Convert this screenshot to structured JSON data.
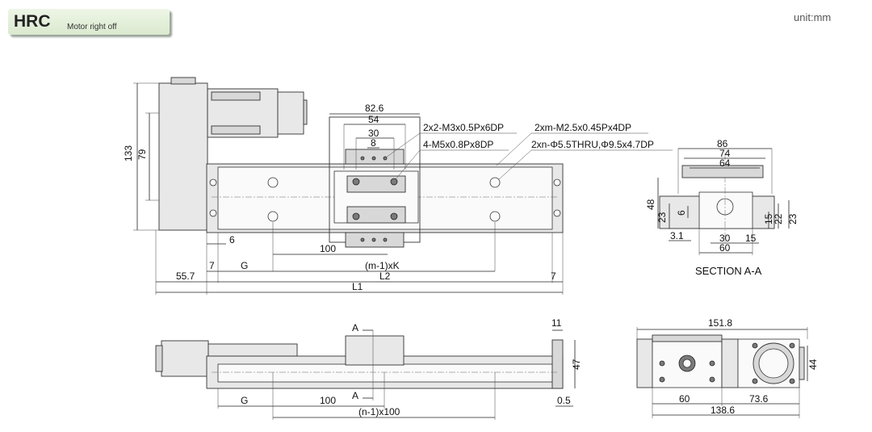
{
  "header": {
    "model_code": "HRC",
    "model_subtitle": "Motor right off",
    "unit_label": "unit:mm"
  },
  "top_view": {
    "height_total": "133",
    "height_motor": "79",
    "width_82_6": "82.6",
    "width_54": "54",
    "width_30": "30",
    "width_8": "8",
    "note_tap_small": "2x2-M3x0.5Px6DP",
    "note_tap_m5": "4-M5x0.8Px8DP",
    "note_tap_m2_5": "2xm-M2.5x0.45Px4DP",
    "note_thru": "2xn-Φ5.5THRU,Φ9.5x4.7DP",
    "dim_6": "6",
    "dim_100": "100",
    "dim_7_left": "7",
    "dim_G": "G",
    "dim_mk": "(m-1)xK",
    "dim_55_7": "55.7",
    "dim_L2": "L2",
    "dim_7_right": "7",
    "dim_L1": "L1"
  },
  "section_view": {
    "w_86": "86",
    "w_74": "74",
    "w_64": "64",
    "h_48": "48",
    "h_23_left": "23",
    "h_6": "6",
    "h_15": "15",
    "h_22": "22",
    "h_23_right": "23",
    "w_3_1": "3.1",
    "w_30": "30",
    "w_15": "15",
    "w_60": "60",
    "caption": "SECTION A-A"
  },
  "side_view": {
    "label_A_top": "A",
    "label_A_bottom": "A",
    "dim_11": "11",
    "dim_47": "47",
    "dim_G": "G",
    "dim_100": "100",
    "dim_n100": "(n-1)x100",
    "dim_0_5": "0.5"
  },
  "end_view": {
    "w_151_8": "151.8",
    "h_44": "44",
    "w_60": "60",
    "w_73_6": "73.6",
    "w_138_6": "138.6"
  }
}
